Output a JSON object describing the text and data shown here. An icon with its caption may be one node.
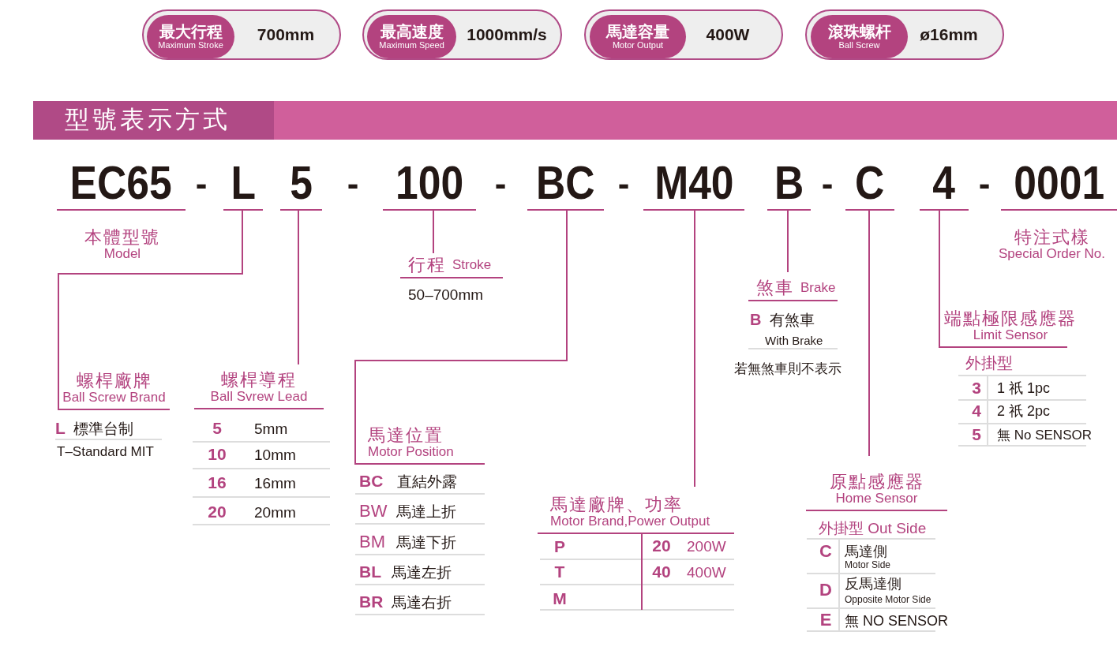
{
  "diagram": {
    "nodes": [
      {
        "text": [
          "700mm"
        ]
      },
      {
        "text": [
          "最大行程",
          "Maximum Stroke"
        ],
        "in": 0
      },
      {
        "text": [
          "1000mm/s"
        ]
      },
      {
        "text": [
          "最高速度",
          "Maximum Speed"
        ],
        "in": 2
      },
      {
        "text": [
          "400W"
        ]
      },
      {
        "text": [
          "馬達容量",
          "Motor Output"
        ],
        "in": 4
      },
      {
        "text": [
          "ø16mm"
        ]
      },
      {
        "text": [
          "滾珠螺杆",
          "Ball Screw"
        ],
        "in": 6
      },
      {
        "text": [
          "型號表示方式"
        ]
      },
      {
        "text": [
          "EC65"
        ]
      },
      {
        "text": [
          "L"
        ]
      },
      {
        "text": [
          "5"
        ]
      },
      {
        "text": [
          "100"
        ]
      },
      {
        "text": [
          "BC"
        ]
      },
      {
        "text": [
          "M40"
        ]
      },
      {
        "text": [
          "B"
        ]
      },
      {
        "text": [
          "C"
        ]
      },
      {
        "text": [
          "4"
        ]
      },
      {
        "text": [
          "0001"
        ]
      },
      {
        "text": [
          "本體型號",
          "Model"
        ]
      },
      {
        "text": [
          "螺桿廠牌",
          "Ball Screw Brand"
        ]
      },
      {
        "text": [
          "螺桿導程",
          "Ball Svrew Lead"
        ]
      },
      {
        "text": [
          "行程",
          "Stroke"
        ]
      },
      {
        "text": [
          "馬達位置",
          "Motor Position"
        ]
      },
      {
        "text": [
          "馬達廠牌、功率",
          "Motor Brand,Power Output"
        ]
      },
      {
        "text": [
          "煞車",
          "Brake"
        ]
      },
      {
        "text": [
          "原點感應器",
          "Home Sensor"
        ]
      },
      {
        "text": [
          "端點極限感應器",
          "Limit Sensor"
        ]
      },
      {
        "text": [
          "特注式樣",
          "Special Order No."
        ]
      }
    ],
    "edges": [
      {
        "from": 10,
        "to": 20,
        "arrow": "none"
      },
      {
        "from": 11,
        "to": 21,
        "arrow": "none"
      },
      {
        "from": 12,
        "to": 22,
        "arrow": "none"
      },
      {
        "from": 13,
        "to": 23,
        "arrow": "none"
      },
      {
        "from": 14,
        "to": 24,
        "arrow": "none"
      },
      {
        "from": 15,
        "to": 25,
        "arrow": "none"
      },
      {
        "from": 16,
        "to": 26,
        "arrow": "none"
      },
      {
        "from": 17,
        "to": 27,
        "arrow": "none"
      }
    ],
    "labels": [
      "-",
      "-",
      "-",
      "-",
      "-",
      "-",
      "L",
      "標準台制",
      "T–Standard MIT",
      "5",
      "5mm",
      "10",
      "10mm",
      "16",
      "16mm",
      "20",
      "20mm",
      "50–700mm",
      "BC",
      "直結外露",
      "BW",
      "馬達上折",
      "BM",
      "馬達下折",
      "BL",
      "馬達左折",
      "BR",
      "馬達右折",
      "P",
      "20",
      "200W",
      "T",
      "40",
      "400W",
      "M",
      "B",
      "有煞車",
      "With Brake",
      "若無煞車則不表示",
      "外掛型",
      "3",
      "1 祇 1pc",
      "4",
      "2 祇 2pc",
      "5",
      "無 No SENSOR",
      "外掛型 Out Side",
      "C",
      "馬達側",
      "Motor Side",
      "D",
      "反馬達側",
      "Opposite Motor Side",
      "E",
      "無 NO SENSOR"
    ]
  }
}
